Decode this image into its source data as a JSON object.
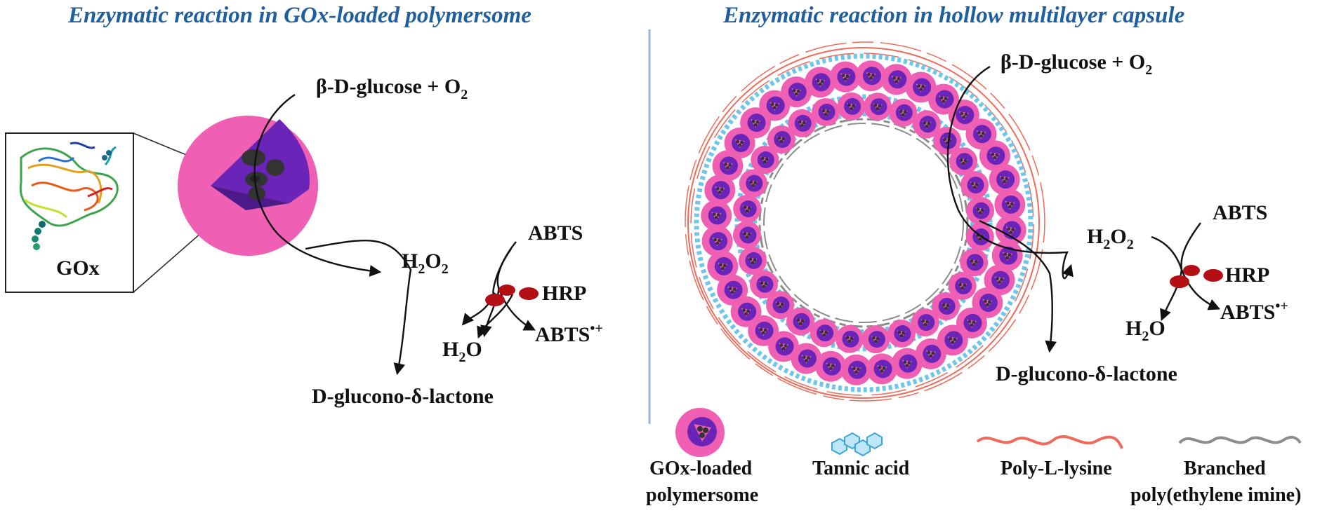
{
  "left_panel": {
    "title": "Enzymatic reaction in GOx-loaded polymersome",
    "inset_label": "GOx",
    "substrate": "β-D-glucose + O",
    "substrate_sub": "2",
    "h2o2_h": "H",
    "h2o2_sub1": "2",
    "h2o2_o": "O",
    "h2o2_sub2": "2",
    "abts": "ABTS",
    "hrp": "HRP",
    "h2o_h": "H",
    "h2o_sub": "2",
    "h2o_o": "O",
    "abts_radical": "ABTS",
    "abts_radical_sup": "•+",
    "product": "D-glucono-δ-lactone"
  },
  "right_panel": {
    "title": "Enzymatic reaction in hollow multilayer capsule",
    "substrate": "β-D-glucose + O",
    "substrate_sub": "2",
    "h2o2_h": "H",
    "h2o2_sub1": "2",
    "h2o2_o": "O",
    "h2o2_sub2": "2",
    "abts": "ABTS",
    "hrp": "HRP",
    "h2o_h": "H",
    "h2o_sub": "2",
    "h2o_o": "O",
    "abts_radical": "ABTS",
    "abts_radical_sup": "•+",
    "product": "D-glucono-δ-lactone"
  },
  "legend": {
    "polymersome_line1": "GOx-loaded",
    "polymersome_line2": "polymersome",
    "tannic": "Tannic acid",
    "pll": "Poly-L-lysine",
    "pei_line1": "Branched",
    "pei_line2": "poly(ethylene imine)"
  },
  "colors": {
    "title": "#1f5f9e",
    "polymersome_outer": "#ef5fb3",
    "polymersome_inner": "#6a24b8",
    "hrp": "#b30f15",
    "tannic": "#6fc6e8",
    "pll": "#ef6a5a",
    "pei": "#8c8c8c",
    "divider": "#9bb5d8"
  }
}
